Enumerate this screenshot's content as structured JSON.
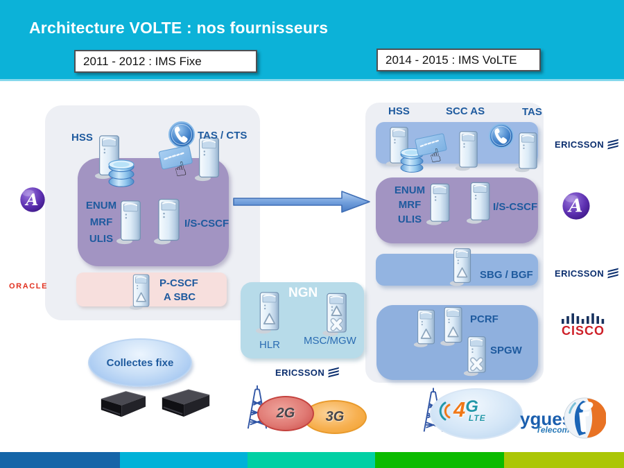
{
  "header": {
    "title": "Architecture VOLTE : nos fournisseurs",
    "era_fixe": "2011 - 2012 : IMS Fixe",
    "era_volte": "2014 - 2015 : IMS VoLTE"
  },
  "ims_fixe": {
    "hss": "HSS",
    "tas_cts": "TAS / CTS",
    "enum": "ENUM",
    "mrf": "MRF",
    "ulis": "ULIS",
    "is_cscf": "I/S-CSCF",
    "p_cscf": "P-CSCF",
    "a_sbc": "A SBC"
  },
  "ims_volte": {
    "hss": "HSS",
    "scc_as": "SCC AS",
    "tas": "TAS",
    "enum": "ENUM",
    "mrf": "MRF",
    "ulis": "ULIS",
    "is_cscf": "I/S-CSCF",
    "sbg_bgf": "SBG / BGF",
    "pcrf": "PCRF",
    "spgw": "SPGW"
  },
  "ngn": {
    "title": "NGN",
    "hlr": "HLR",
    "msc_mgw": "MSC/MGW"
  },
  "access": {
    "collectes_fixe": "Collectes fixe",
    "g2": "2G",
    "g3": "3G",
    "g4_digit": "4",
    "g4_letter": "G",
    "g4_lte": "LTE"
  },
  "vendors": {
    "ericsson": "ERICSSON",
    "oracle": "ORACLE",
    "cisco": "CISCO",
    "bouygues": "ygues",
    "bouygues_sub": "Telecom"
  },
  "colors": {
    "header_bg": "#0cb2d8",
    "label_blue": "#1e5a9e",
    "purple_box": "#a294c2",
    "pink_box": "#f7dfdd",
    "blue_row": "#9cb9e5",
    "blue_sbg": "#93b4e1",
    "blue_pcrf": "#8fb0de",
    "ngn_box": "#b7dbe9",
    "panel_gray": "#edeff4",
    "footer": [
      "#1565a8",
      "#00b2d8",
      "#00d0a4",
      "#0bbb00",
      "#abc606"
    ]
  }
}
